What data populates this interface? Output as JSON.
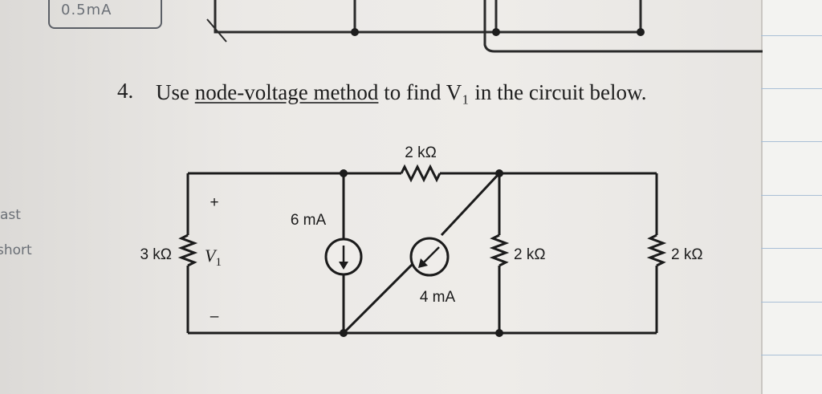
{
  "handwritten": {
    "answer_value": "0.5mA",
    "margin_note_top": "ast",
    "margin_note_bottom": "short"
  },
  "problem": {
    "number": "4.",
    "text_before": "Use ",
    "text_underlined": "node-voltage method",
    "text_after": " to find V₁ in the circuit below."
  },
  "circuit": {
    "top_resistor_label": "2 kΩ",
    "left_resistor_label": "3 kΩ",
    "v1_plus": "+",
    "v1_minus": "–",
    "v1_label": "V",
    "v1_subscript": "1",
    "current_source_1_label": "6 mA",
    "current_source_2_label": "4 mA",
    "middle_resistor_label": "2 kΩ",
    "right_resistor_label": "2 kΩ"
  }
}
